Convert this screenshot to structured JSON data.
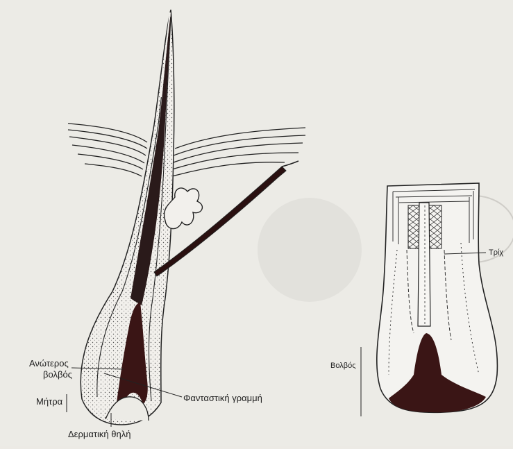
{
  "labels": {
    "upper_bulb_line1": "Ανώτερος",
    "upper_bulb_line2": "βολβός",
    "matrix": "Μήτρα",
    "imaginary_line": "Φανταστική γραμμή",
    "dermal_papilla": "Δερματική θηλή",
    "hair": "Τρίχ",
    "bulb": "Βολβός"
  },
  "background_text": {
    "top_left": [
      "",
      "",
      "",
      "",
      "",
      "",
      "",
      "",
      "",
      "",
      "",
      "",
      "",
      "",
      "",
      "",
      "",
      "",
      "",
      "",
      "",
      "",
      "",
      ""
    ],
    "top_right": [
      "",
      "",
      "",
      "",
      "",
      ""
    ],
    "bottom_right": [
      "",
      "",
      "",
      "",
      "",
      ""
    ]
  }
}
